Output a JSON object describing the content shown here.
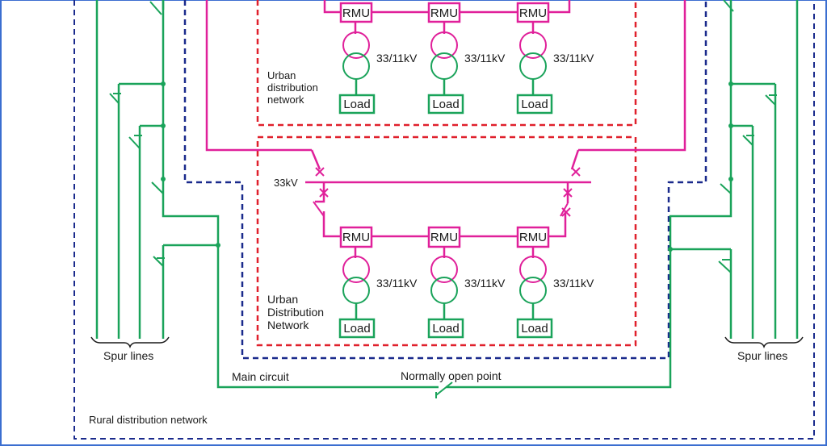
{
  "colors": {
    "pink": "#e0209a",
    "green": "#1aa35a",
    "red_dash": "#e0202c",
    "blue_dash": "#1a2a8c",
    "text": "#1a1a1a",
    "frame_blue": "#3b6ed0"
  },
  "labels": {
    "rmu": "RMU",
    "load": "Load",
    "kv_ratio": "33/11kV",
    "bus_33kv": "33kV",
    "urban_top_1": "Urban",
    "urban_top_2": "distribution",
    "urban_top_3": "network",
    "urban_bottom_1": "Urban",
    "urban_bottom_2": "Distribution",
    "urban_bottom_3": "Network",
    "spur_left": "Spur lines",
    "spur_right": "Spur lines",
    "main_circuit": "Main circuit",
    "normally_open": "Normally open point",
    "rural": "Rural distribution network"
  }
}
